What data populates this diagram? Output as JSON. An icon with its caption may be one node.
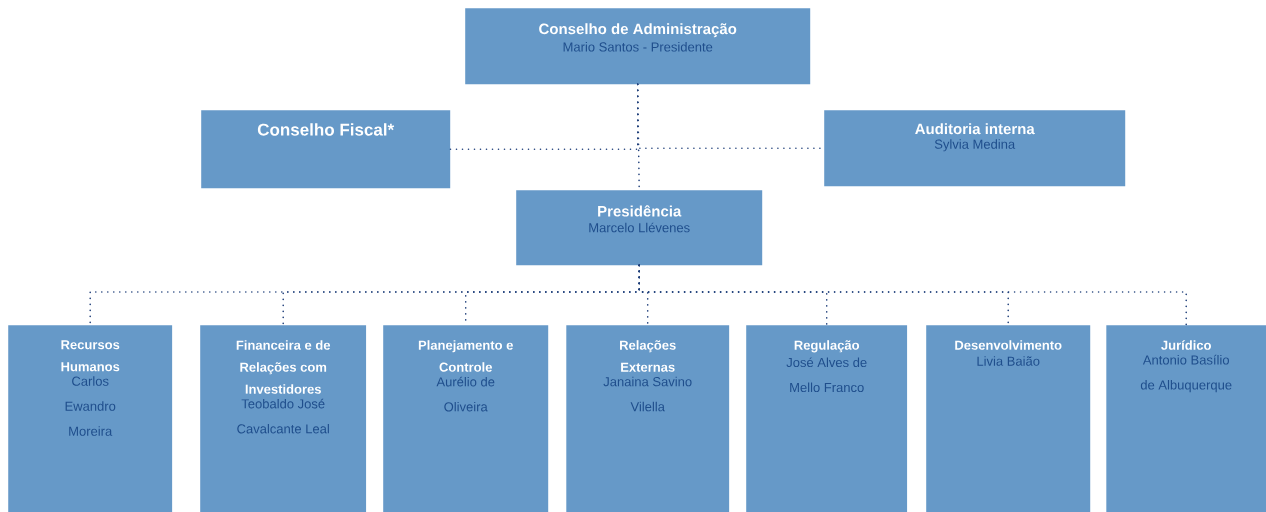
{
  "diagram": {
    "nodes": [
      {
        "text": [
          "Conselho de Administração",
          "Mario Santos - Presidente"
        ]
      },
      {
        "text": [
          "Conselho Fiscal*"
        ]
      },
      {
        "text": [
          "Auditoria interna",
          "Sylvia Medina"
        ]
      },
      {
        "text": [
          "Presidência",
          "Marcelo Llévenes"
        ]
      },
      {
        "text": [
          "Recursos Humanos",
          "Carlos Ewandro Moreira"
        ]
      },
      {
        "text": [
          "Financeira e de Relações com Investidores",
          "Teobaldo José Cavalcante Leal"
        ]
      },
      {
        "text": [
          "Planejamento e Controle",
          "Aurélio de Oliveira"
        ]
      },
      {
        "text": [
          "Relações Externas",
          "Janaina Savino Vilella"
        ]
      },
      {
        "text": [
          "Regulação",
          "José Alves de Mello Franco"
        ]
      },
      {
        "text": [
          "Desenvolvimento",
          "Livia Baião"
        ]
      },
      {
        "text": [
          "Jurídico",
          "Antonio Basílio de Albuquerque"
        ]
      }
    ],
    "edges": [
      {
        "from": 0,
        "to": 3,
        "arrow": "none"
      },
      {
        "from": 0,
        "to": 1,
        "arrow": "none"
      },
      {
        "from": 0,
        "to": 2,
        "arrow": "none"
      },
      {
        "from": 3,
        "to": 4,
        "arrow": "none"
      },
      {
        "from": 3,
        "to": 5,
        "arrow": "none"
      },
      {
        "from": 3,
        "to": 6,
        "arrow": "none"
      },
      {
        "from": 3,
        "to": 7,
        "arrow": "none"
      },
      {
        "from": 3,
        "to": 8,
        "arrow": "none"
      },
      {
        "from": 3,
        "to": 9,
        "arrow": "none"
      },
      {
        "from": 3,
        "to": 10,
        "arrow": "none"
      }
    ]
  }
}
